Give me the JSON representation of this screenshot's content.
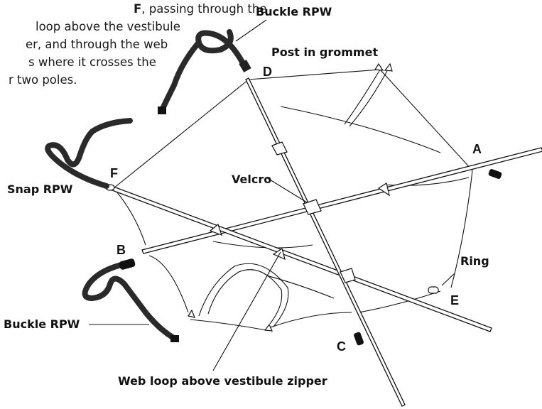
{
  "instructions": {
    "line1_prefix": "",
    "line1_bold": "F",
    "line1_rest": ", passing through the",
    "line2": "loop above the vestibule",
    "line3": "er, and through the web",
    "line4": "s where it crosses the",
    "line5": "r two poles."
  },
  "callouts": {
    "buckle_top": "Buckle RPW",
    "post_in_grommet": "Post in grommet",
    "snap": "Snap RPW",
    "velcro": "Velcro",
    "ring": "Ring",
    "buckle_bottom": "Buckle RPW",
    "web_loop": "Web loop above vestibule zipper"
  },
  "points": {
    "A": "A",
    "B": "B",
    "C": "C",
    "D": "D",
    "E": "E",
    "F": "F"
  }
}
